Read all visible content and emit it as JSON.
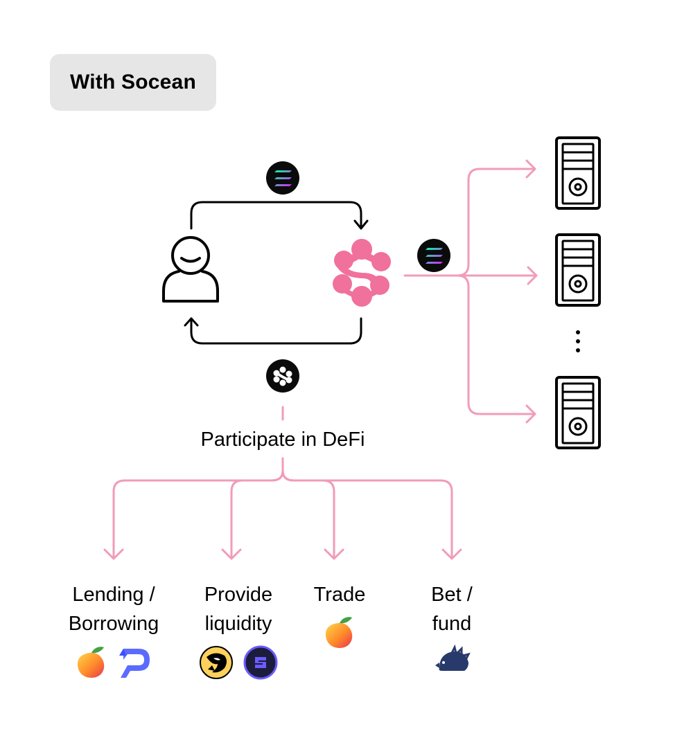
{
  "header": {
    "title": "With Socean"
  },
  "center": {
    "label": "Participate in DeFi"
  },
  "uses": [
    {
      "line1": "Lending /",
      "line2": "Borrowing",
      "icons": [
        "mango-logo",
        "port-finance-logo"
      ]
    },
    {
      "line1": "Provide",
      "line2": "liquidity",
      "icons": [
        "orca-logo",
        "saber-logo"
      ]
    },
    {
      "line1": "Trade",
      "line2": "",
      "icons": [
        "mango-logo"
      ]
    },
    {
      "line1": "Bet /",
      "line2": "fund",
      "icons": [
        "hedgehog-logo"
      ]
    }
  ],
  "icons": {
    "user": "user-icon",
    "socean": "socean-logo",
    "sol_token": "solana-token-icon",
    "scnsol_token": "socean-token-icon",
    "validator": "server-icon"
  },
  "colors": {
    "accent": "#f0719b",
    "pink_line": "#f29bb8",
    "ink": "#000000"
  }
}
